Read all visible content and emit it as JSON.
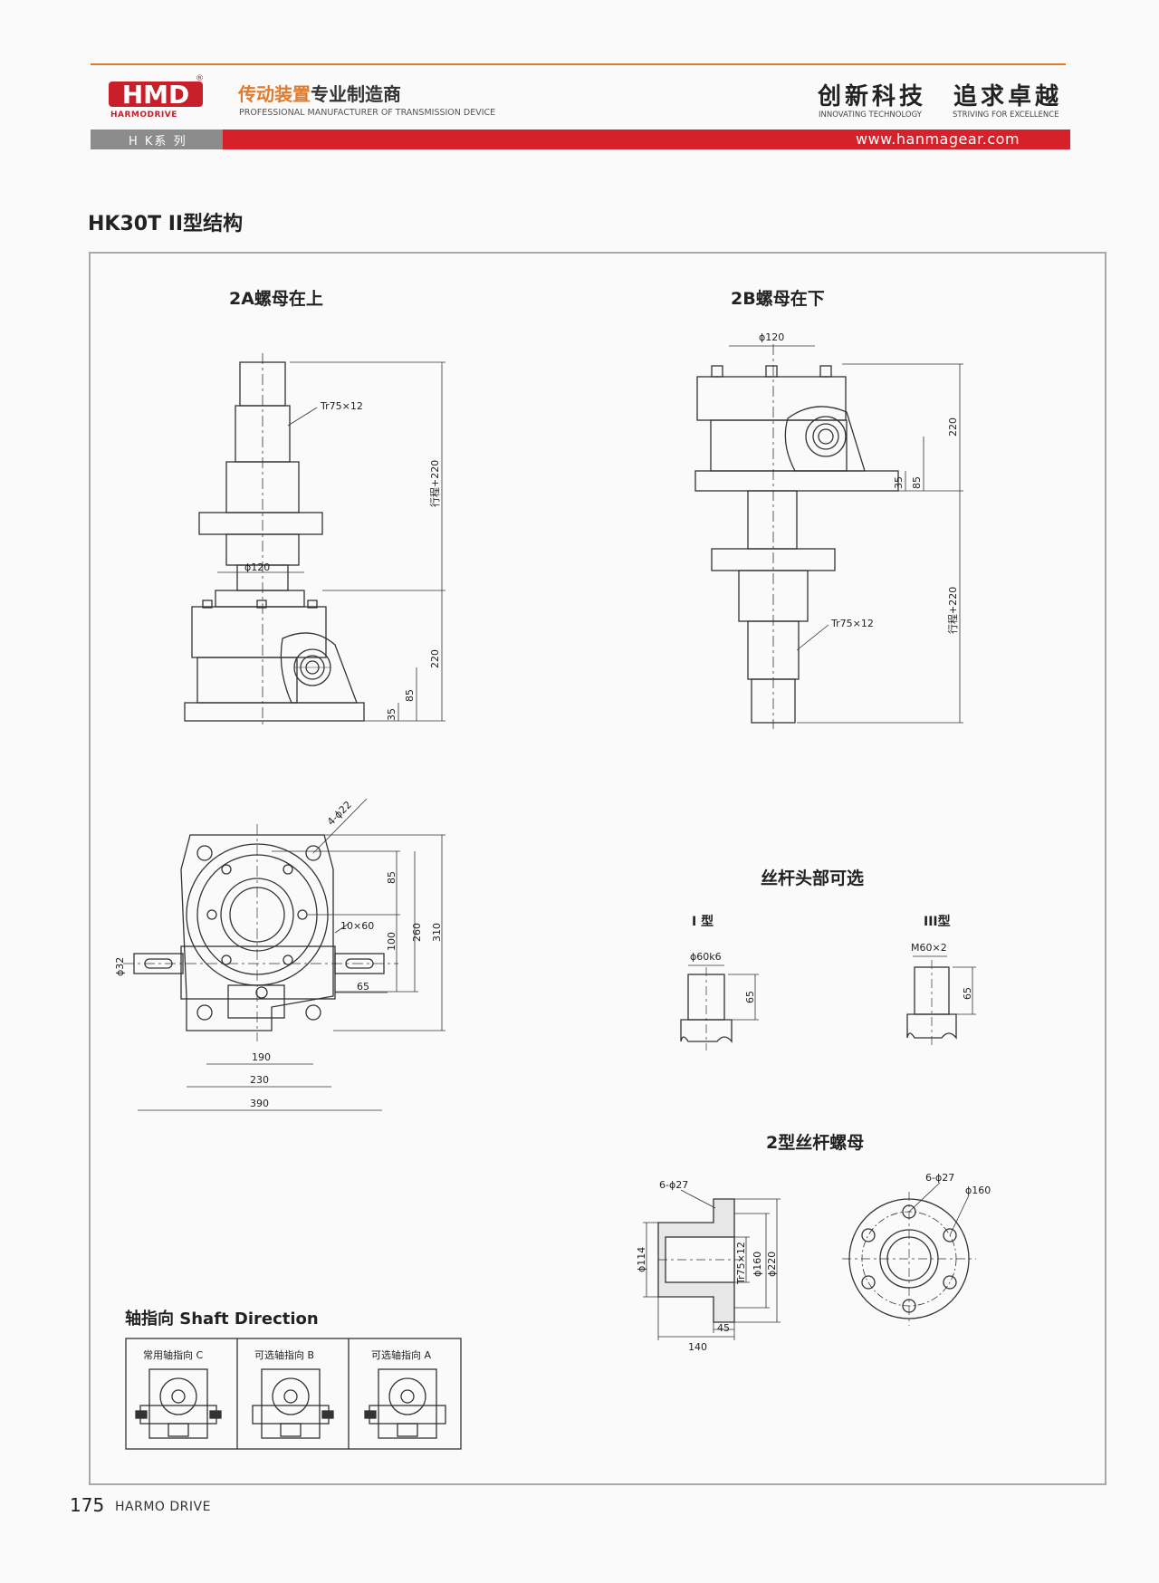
{
  "header": {
    "logo_text": "HMD",
    "logo_subtext": "HARMODRIVE",
    "registered_mark": "®",
    "tagline_part1": "传动装置",
    "tagline_part2": "专业制造商",
    "tagline_en": "PROFESSIONAL MANUFACTURER OF TRANSMISSION DEVICE",
    "slogan1_cn": "创新科技",
    "slogan1_en": "INNOVATING TECHNOLOGY",
    "slogan2_cn": "追求卓越",
    "slogan2_en": "STRIVING FOR EXCELLENCE",
    "series_label": "H K系 列",
    "website": "www.hanmagear.com",
    "colors": {
      "orange": "#e07a2c",
      "red": "#d7212a",
      "gray": "#8c8c8c"
    }
  },
  "page_title": "HK30T II型结构",
  "drawings": {
    "view_2a": {
      "title": "2A螺母在上",
      "thread": "Tr75×12",
      "dim_stroke": "行程+220",
      "dim_diameter": "ϕ120",
      "dim_220": "220",
      "dim_85": "85",
      "dim_35": "35"
    },
    "view_2b": {
      "title": "2B螺母在下",
      "thread": "Tr75×12",
      "dim_stroke": "行程+220",
      "dim_diameter": "ϕ120",
      "dim_220": "220",
      "dim_85": "85",
      "dim_35": "35"
    },
    "top_view": {
      "holes": "4-ϕ22",
      "dim_85": "85",
      "dim_100": "100",
      "dim_260": "260",
      "dim_310": "310",
      "key": "10×60",
      "shaft_dia": "ϕ32",
      "dim_65": "65",
      "dim_190": "190",
      "dim_230": "230",
      "dim_390": "390"
    },
    "screw_head": {
      "title": "丝杆头部可选",
      "type1_label": "I 型",
      "type1_spec": "ϕ60k6",
      "type1_len": "65",
      "type3_label": "III型",
      "type3_spec": "M60×2",
      "type3_len": "65"
    },
    "nut": {
      "title": "2型丝杆螺母",
      "holes_side": "6-ϕ27",
      "dia_114": "ϕ114",
      "thread": "Tr75×12",
      "dia_160": "ϕ160",
      "dia_220": "ϕ220",
      "len_140": "140",
      "len_45": "45",
      "holes_front": "6-ϕ27",
      "pcd": "ϕ160"
    },
    "shaft_direction": {
      "title": "轴指向 Shaft Direction",
      "cells": [
        "常用轴指向 C",
        "可选轴指向 B",
        "可选轴指向 A"
      ]
    }
  },
  "footer": {
    "page_number": "175",
    "brand": "HARMO DRIVE"
  }
}
